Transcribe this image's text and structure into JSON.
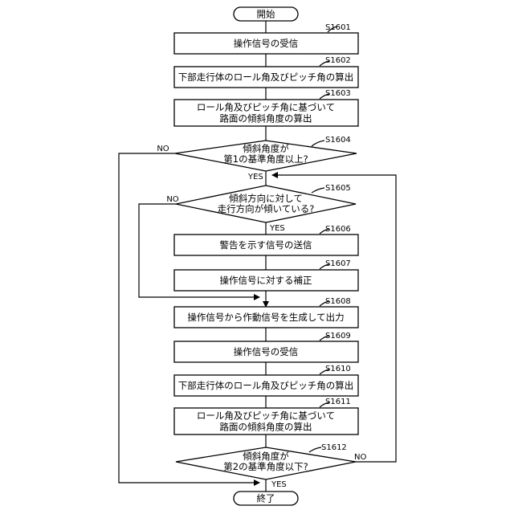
{
  "terminals": {
    "start": "開始",
    "end": "終了"
  },
  "steps": {
    "s1601": {
      "id": "S1601",
      "text": "操作信号の受信"
    },
    "s1602": {
      "id": "S1602",
      "text": "下部走行体のロール角及びピッチ角の算出"
    },
    "s1603": {
      "id": "S1603",
      "lines": [
        "ロール角及びピッチ角に基づいて",
        "路面の傾斜角度の算出"
      ]
    },
    "s1604": {
      "id": "S1604",
      "lines": [
        "傾斜角度が",
        "第1の基準角度以上?"
      ]
    },
    "s1605": {
      "id": "S1605",
      "lines": [
        "傾斜方向に対して",
        "走行方向が傾いている?"
      ]
    },
    "s1606": {
      "id": "S1606",
      "text": "警告を示す信号の送信"
    },
    "s1607": {
      "id": "S1607",
      "text": "操作信号に対する補正"
    },
    "s1608": {
      "id": "S1608",
      "text": "操作信号から作動信号を生成して出力"
    },
    "s1609": {
      "id": "S1609",
      "text": "操作信号の受信"
    },
    "s1610": {
      "id": "S1610",
      "text": "下部走行体のロール角及びピッチ角の算出"
    },
    "s1611": {
      "id": "S1611",
      "lines": [
        "ロール角及びピッチ角に基づいて",
        "路面の傾斜角度の算出"
      ]
    },
    "s1612": {
      "id": "S1612",
      "lines": [
        "傾斜角度が",
        "第2の基準角度以下?"
      ]
    }
  },
  "branch_labels": {
    "s1604_no": "NO",
    "s1604_yes": "YES",
    "s1605_no": "NO",
    "s1605_yes": "YES",
    "s1612_no": "NO",
    "s1612_yes": "YES"
  }
}
